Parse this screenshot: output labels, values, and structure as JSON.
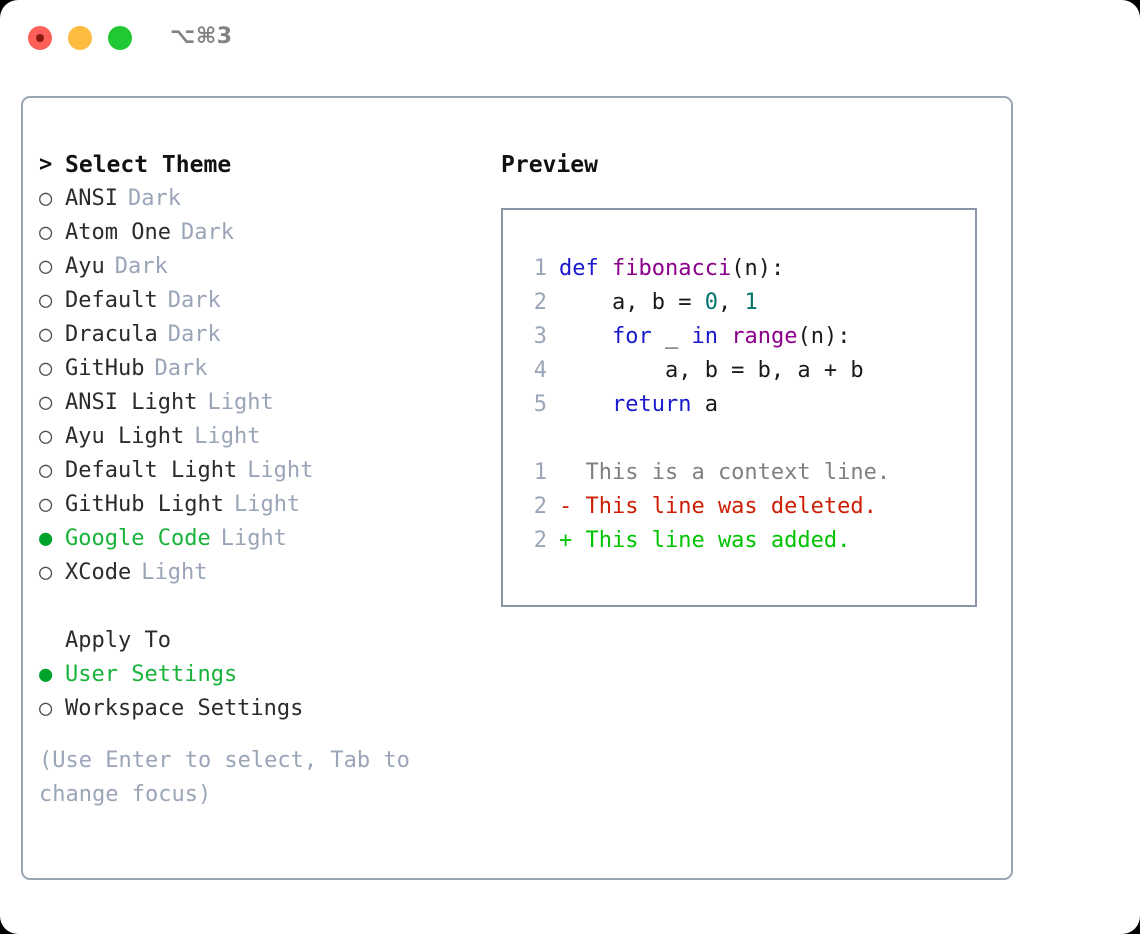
{
  "window": {
    "shortcut": "⌥⌘3",
    "traffic_lights": [
      "close",
      "minimize",
      "maximize"
    ]
  },
  "colors": {
    "selected_green": "#18b33a",
    "marker_green": "#00a32a",
    "category_gray": "#9aa5b8",
    "hint_gray": "#9aa5b8",
    "panel_border": "#9aa5b4",
    "preview_border": "#8a96a8",
    "keyword_blue": "#1a1acc",
    "function_purple": "#8b008b",
    "number_teal": "#00736c",
    "diff_removed_red": "#cc1f05",
    "diff_added_green": "#00c400",
    "diff_context_gray": "#808080"
  },
  "theme_panel": {
    "prompt": ">",
    "title": "Select Theme",
    "marker_unselected": "○",
    "marker_selected": "●",
    "items": [
      {
        "name": "ANSI",
        "category": "Dark",
        "selected": false
      },
      {
        "name": "Atom One",
        "category": "Dark",
        "selected": false
      },
      {
        "name": "Ayu",
        "category": "Dark",
        "selected": false
      },
      {
        "name": "Default",
        "category": "Dark",
        "selected": false
      },
      {
        "name": "Dracula",
        "category": "Dark",
        "selected": false
      },
      {
        "name": "GitHub",
        "category": "Dark",
        "selected": false
      },
      {
        "name": "ANSI Light",
        "category": "Light",
        "selected": false
      },
      {
        "name": "Ayu Light",
        "category": "Light",
        "selected": false
      },
      {
        "name": "Default Light",
        "category": "Light",
        "selected": false
      },
      {
        "name": "GitHub Light",
        "category": "Light",
        "selected": false
      },
      {
        "name": "Google Code",
        "category": "Light",
        "selected": true
      },
      {
        "name": "XCode",
        "category": "Light",
        "selected": false
      }
    ]
  },
  "apply_to": {
    "title": "Apply To",
    "options": [
      {
        "label": "User Settings",
        "selected": true
      },
      {
        "label": "Workspace Settings",
        "selected": false
      }
    ]
  },
  "hint": "(Use Enter to select, Tab to change focus)",
  "preview": {
    "title": "Preview",
    "code_lines": [
      {
        "no": "1",
        "tokens": [
          {
            "t": "def",
            "c": "kw"
          },
          {
            "t": " ",
            "c": "pl"
          },
          {
            "t": "fibonacci",
            "c": "fn"
          },
          {
            "t": "(n):",
            "c": "pl"
          }
        ]
      },
      {
        "no": "2",
        "tokens": [
          {
            "t": "    a, b = ",
            "c": "pl"
          },
          {
            "t": "0",
            "c": "num"
          },
          {
            "t": ", ",
            "c": "pl"
          },
          {
            "t": "1",
            "c": "num"
          }
        ]
      },
      {
        "no": "3",
        "tokens": [
          {
            "t": "    ",
            "c": "pl"
          },
          {
            "t": "for",
            "c": "kw"
          },
          {
            "t": " _ ",
            "c": "pl"
          },
          {
            "t": "in",
            "c": "kw"
          },
          {
            "t": " ",
            "c": "pl"
          },
          {
            "t": "range",
            "c": "fn"
          },
          {
            "t": "(n):",
            "c": "pl"
          }
        ]
      },
      {
        "no": "4",
        "tokens": [
          {
            "t": "        a, b = b, a + b",
            "c": "pl"
          }
        ]
      },
      {
        "no": "5",
        "tokens": [
          {
            "t": "    ",
            "c": "pl"
          },
          {
            "t": "return",
            "c": "kw"
          },
          {
            "t": " a",
            "c": "pl"
          }
        ]
      }
    ],
    "diff_lines": [
      {
        "no": "1",
        "text": "  This is a context line.",
        "kind": "ctx"
      },
      {
        "no": "2",
        "text": "- This line was deleted.",
        "kind": "del"
      },
      {
        "no": "2",
        "text": "+ This line was added.",
        "kind": "add"
      }
    ]
  }
}
